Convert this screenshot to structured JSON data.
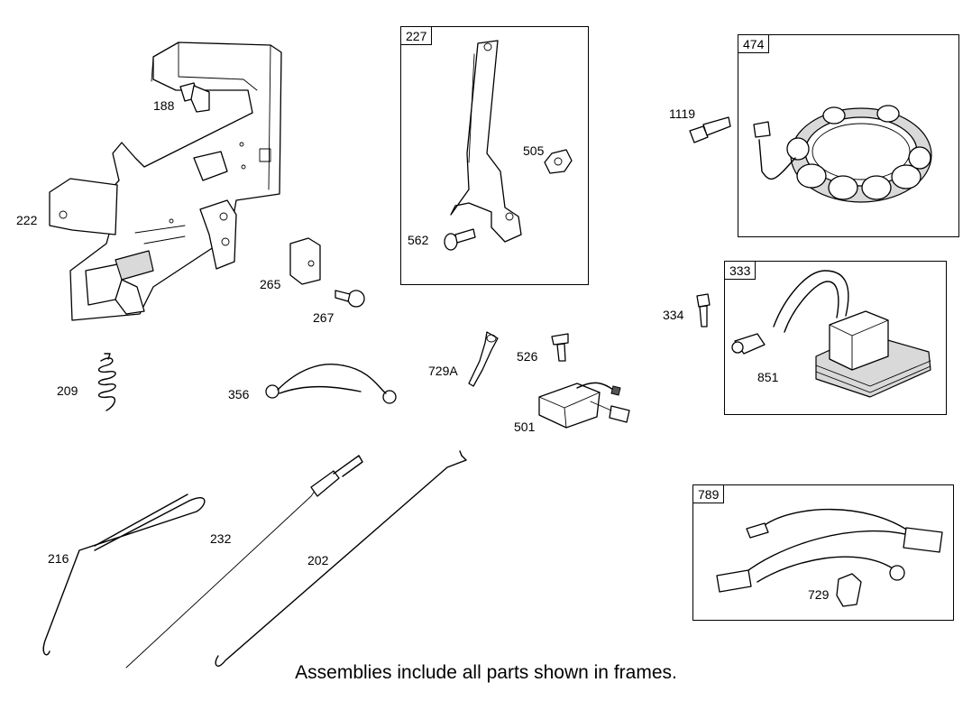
{
  "frames": [
    {
      "id": "227"
    },
    {
      "id": "474"
    },
    {
      "id": "333"
    },
    {
      "id": "789"
    }
  ],
  "labels": {
    "p188": "188",
    "p222": "222",
    "p265": "265",
    "p267": "267",
    "p209": "209",
    "p356": "356",
    "p729A": "729A",
    "p526": "526",
    "p501": "501",
    "p505": "505",
    "p562": "562",
    "p1119": "1119",
    "p334": "334",
    "p851": "851",
    "p729": "729",
    "p216": "216",
    "p232": "232",
    "p202": "202"
  },
  "caption": "Assemblies include all parts shown in frames."
}
